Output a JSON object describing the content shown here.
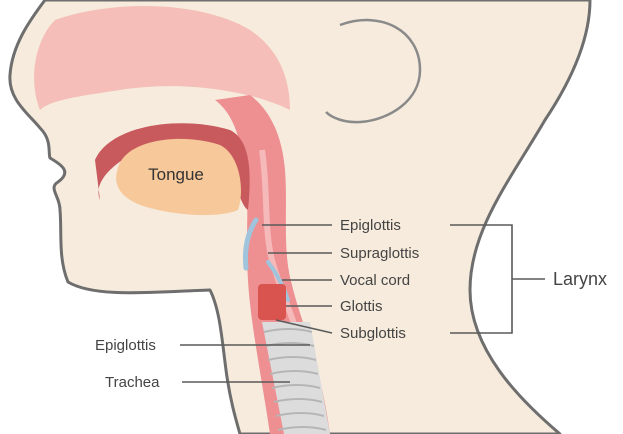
{
  "diagram": {
    "labels": {
      "tongue": "Tongue",
      "epiglottis_right": "Epiglottis",
      "supraglottis": "Supraglottis",
      "vocal_cord": "Vocal cord",
      "glottis": "Glottis",
      "subglottis": "Subglottis",
      "larynx": "Larynx",
      "epiglottis_left": "Epiglottis",
      "trachea": "Trachea"
    },
    "colors": {
      "skin": "#f6ebdc",
      "outline": "#6e6e6e",
      "airway": "#ee8f92",
      "airway_light": "#f7c3c3",
      "tongue": "#f7c89a",
      "cartilage": "#9fc4dc",
      "trachea": "#dcdcdc",
      "glottis": "#d9534f"
    }
  }
}
